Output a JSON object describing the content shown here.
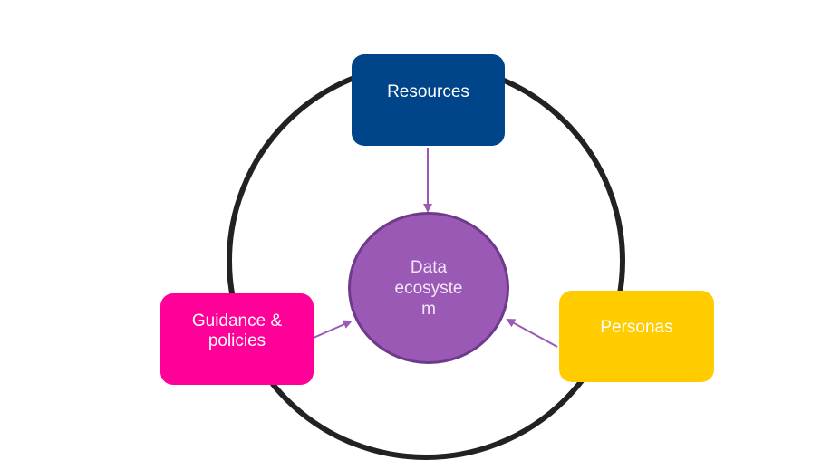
{
  "diagram": {
    "nodes": {
      "resources": {
        "label": "Resources",
        "color": "#004489"
      },
      "guidance": {
        "label": "Guidance & policies",
        "color": "#FF0099"
      },
      "personas": {
        "label": "Personas",
        "color": "#FFCC00"
      },
      "center": {
        "label_lines": [
          "Data",
          "ecosyste",
          "m"
        ],
        "color": "#9B59B6"
      }
    },
    "edges": [
      {
        "from": "Resources",
        "to": "Data ecosystem"
      },
      {
        "from": "Guidance & policies",
        "to": "Data ecosystem"
      },
      {
        "from": "Personas",
        "to": "Data ecosystem"
      }
    ],
    "ring_color": "#222222",
    "arrow_color": "#9B59B6"
  }
}
